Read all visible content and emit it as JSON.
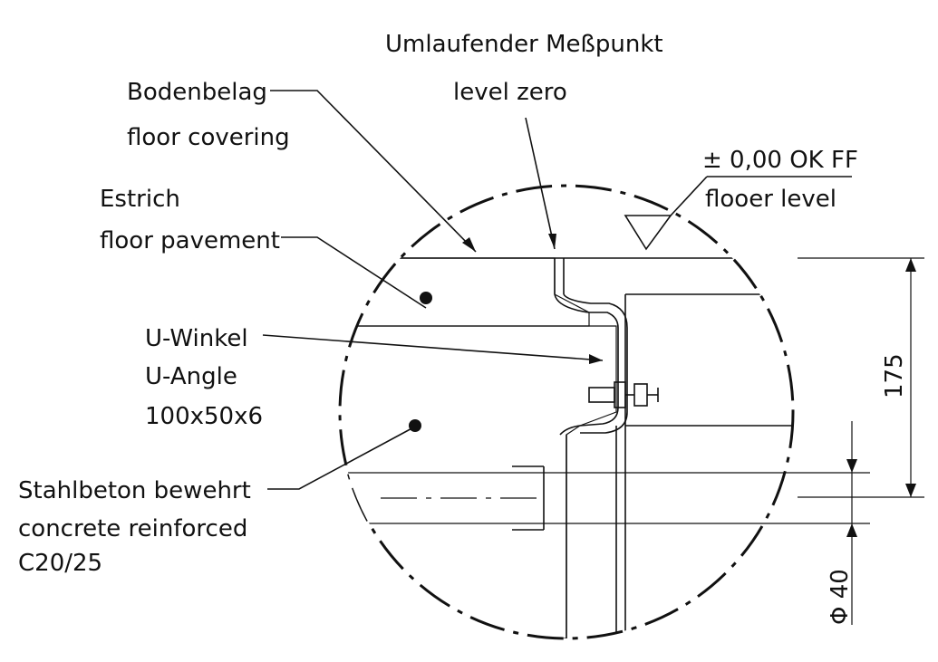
{
  "labels": {
    "measure_point_de": "Umlaufender Meßpunkt",
    "measure_point_en": "level zero",
    "floor_covering_de": "Bodenbelag",
    "floor_covering_en": "floor covering",
    "screed_de": "Estrich",
    "screed_en": "floor pavement",
    "angle_de": "U-Winkel",
    "angle_en": "U-Angle",
    "angle_size": "100x50x6",
    "concrete_de": "Stahlbeton bewehrt",
    "concrete_en": "concrete reinforced",
    "concrete_grade": "C20/25",
    "level_value": "± 0,00 OK FF",
    "level_en": "flooer level",
    "dim_height": "175",
    "dim_diameter": "Φ 40"
  },
  "colors": {
    "line": "#111111",
    "background": "#ffffff"
  }
}
